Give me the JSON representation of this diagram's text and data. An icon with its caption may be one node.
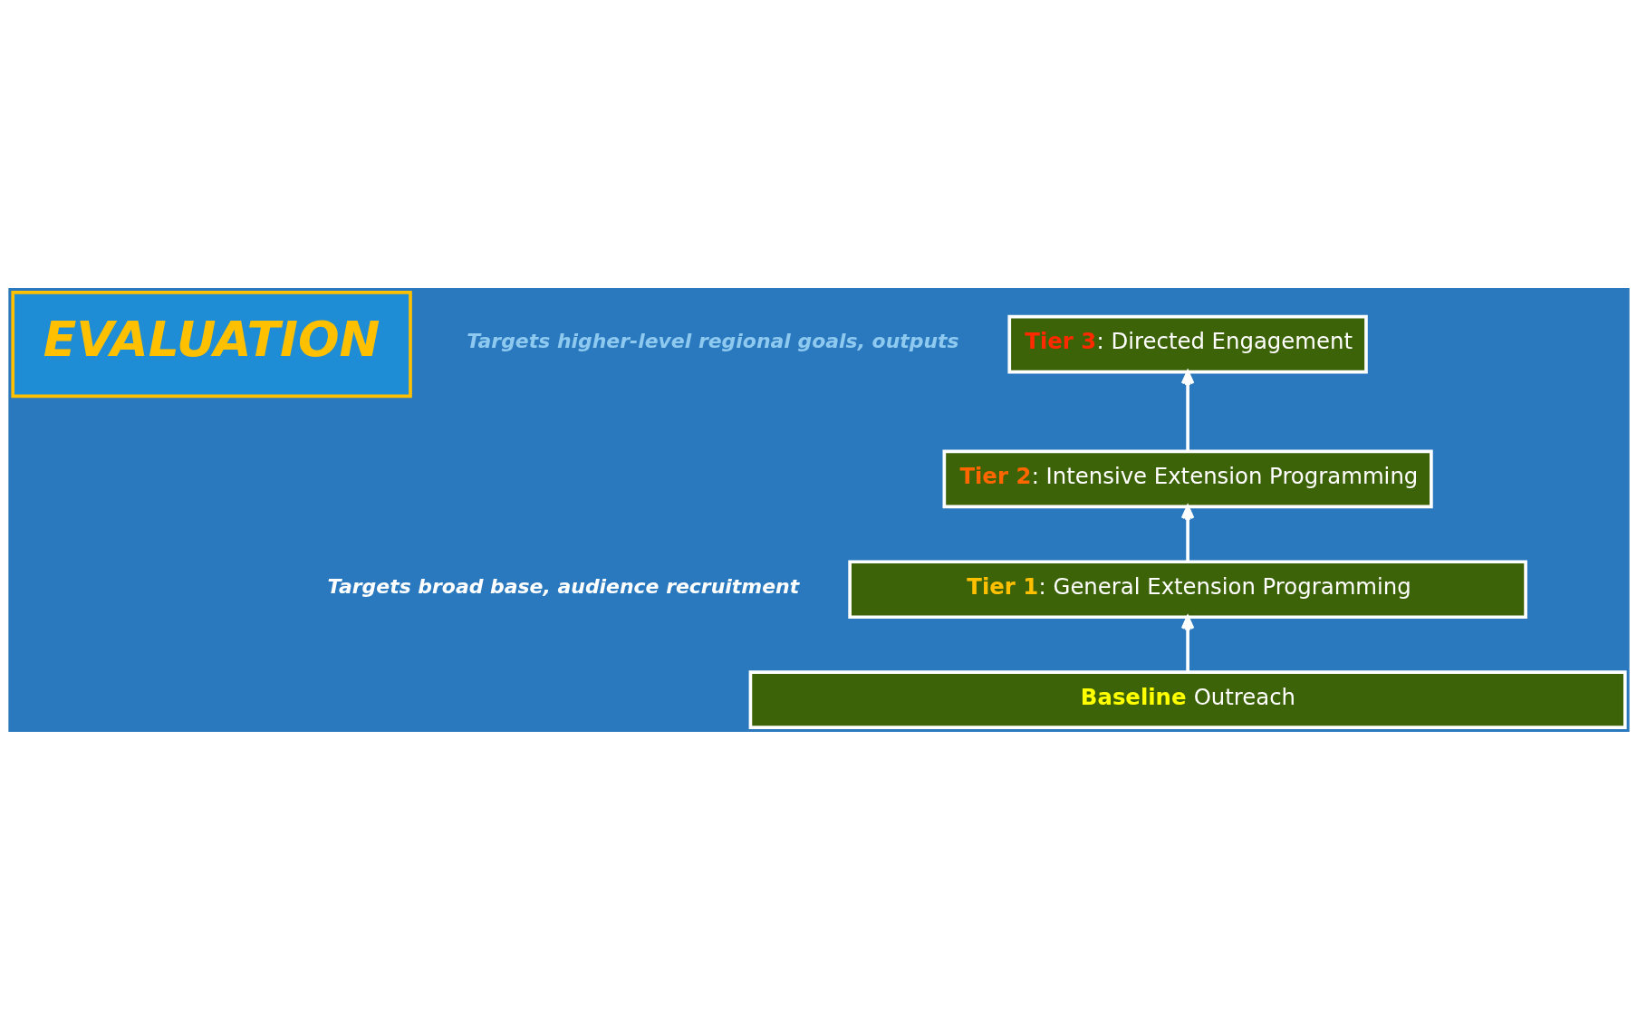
{
  "diagram": {
    "nodes": [
      {
        "text": [
          "EVALUATION"
        ]
      },
      {
        "text": [
          "Tier 3: Directed Engagement"
        ]
      },
      {
        "text": [
          "Tier 2: Intensive Extension Programming"
        ]
      },
      {
        "text": [
          "Tier 1: General Extension Programming"
        ]
      },
      {
        "text": [
          "Baseline Outreach"
        ]
      }
    ],
    "edges": [
      {
        "from": 4,
        "to": 3,
        "arrow": "to"
      },
      {
        "from": 3,
        "to": 2,
        "arrow": "to"
      },
      {
        "from": 2,
        "to": 1,
        "arrow": "to"
      }
    ],
    "labels": [
      "Targets higher-level regional goals, outputs",
      "Targets broad base, audience recruitment"
    ]
  }
}
